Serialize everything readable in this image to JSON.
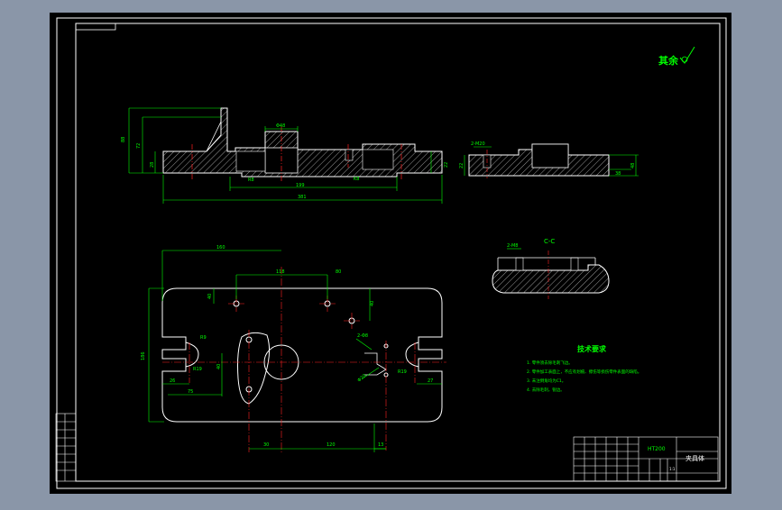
{
  "colors": {
    "background": "#8a96a8",
    "canvas": "#000000",
    "frame": "#ffffff",
    "geometry": "#ffffff",
    "hatch": "#ffffff",
    "dimension": "#00ff00",
    "centerline": "#ff2020",
    "text": "#ffffff",
    "roughness": "#00ff00"
  },
  "roughness_note": "其余",
  "tech_requirements": {
    "title": "技术要求",
    "items": [
      "1. 零件须去除毛刺飞边。",
      "2. 零件加工表面上，不应有划痕、擦伤等损伤零件表面的缺陷。",
      "3. 未注倒角均为C1。",
      "4. 去除毛刺，锐边。"
    ]
  },
  "title_block": {
    "material": "HT200",
    "part_name": "夹具体",
    "scale": "1:1"
  },
  "section_label": "C-C",
  "dims": {
    "top_height_outer": "88",
    "top_height_mid": "72",
    "top_height_low": "28",
    "top_bore": "Φ48",
    "top_r": "R8",
    "top_k": "K8",
    "top_len_inner": "199",
    "top_len_total": "381",
    "top_right_h": "22",
    "side_thread": "2-M20",
    "side_h": "22",
    "side_r": "38",
    "side_d": "48",
    "cc_thread": "2-M8",
    "plan_w1": "160",
    "plan_w2": "118",
    "plan_w3": "80",
    "plan_h1": "40",
    "plan_h2": "40",
    "plan_total_h": "186",
    "plan_r_left": "R9",
    "plan_r_left2": "R19",
    "plan_hole_grp": "2-Φ8",
    "plan_r_right": "R19",
    "plan_right_d": "Φ20",
    "plan_left_a": "26",
    "plan_left_b": "75",
    "plan_left_c": "40",
    "plan_right_27": "27",
    "plan_bot_1": "30",
    "plan_bot_2": "120",
    "plan_bot_3": "13"
  }
}
